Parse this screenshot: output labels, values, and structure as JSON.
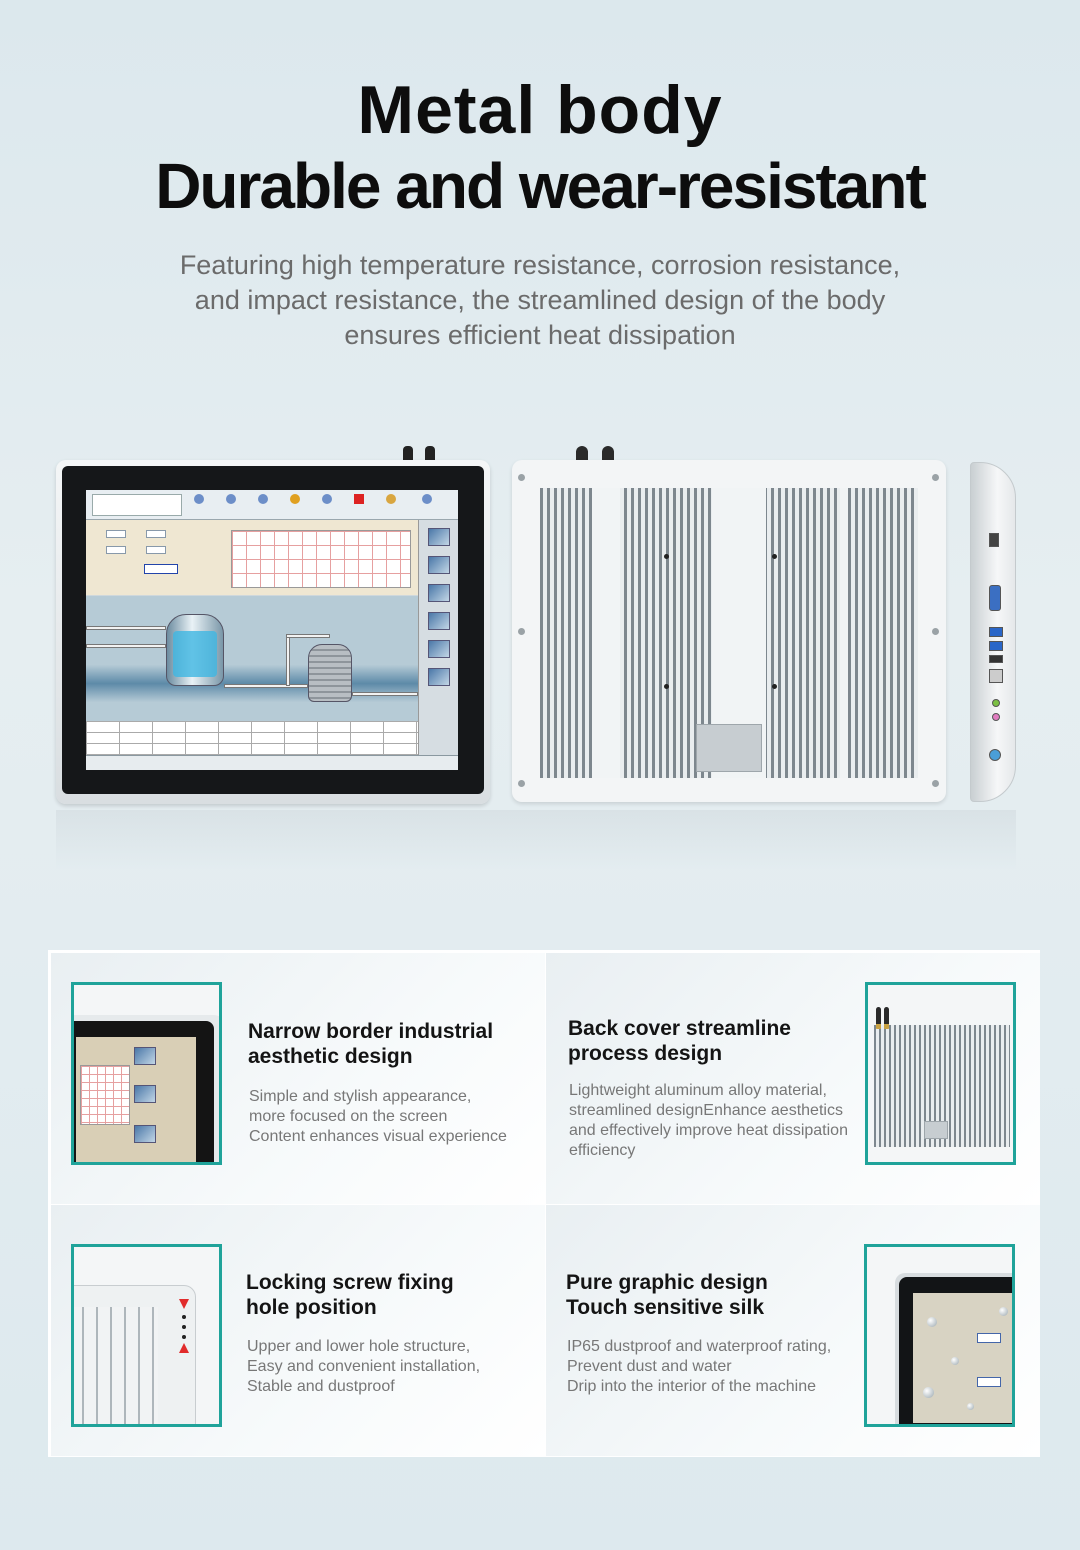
{
  "hero": {
    "title_line1": "Metal body",
    "title_line2": "Durable and wear-resistant",
    "subtitle": "Featuring high temperature resistance, corrosion resistance, and impact resistance, the streamlined design of the body ensures efficient heat dissipation"
  },
  "colors": {
    "accent": "#1fa39a",
    "background": "#dce8ed",
    "title": "#0d0d0d",
    "subtitle": "#6b6b6b"
  },
  "product_views": [
    "front-view",
    "back-view",
    "side-view"
  ],
  "features": [
    {
      "title": "Narrow border industrial\naesthetic design",
      "description": "Simple and stylish appearance,\nmore focused on the screen\nContent enhances visual experience"
    },
    {
      "title": "Back cover streamline\nprocess design",
      "description": "Lightweight aluminum alloy material,\nstreamlined designEnhance aesthetics\nand effectively improve heat dissipation\nefficiency"
    },
    {
      "title": "Locking screw fixing\nhole position",
      "description": "Upper and lower hole structure,\nEasy and convenient installation,\nStable and dustproof"
    },
    {
      "title": "Pure graphic design\nTouch sensitive silk",
      "description": "IP65 dustproof and waterproof rating,\nPrevent dust and water\nDrip into the interior of the machine"
    }
  ]
}
